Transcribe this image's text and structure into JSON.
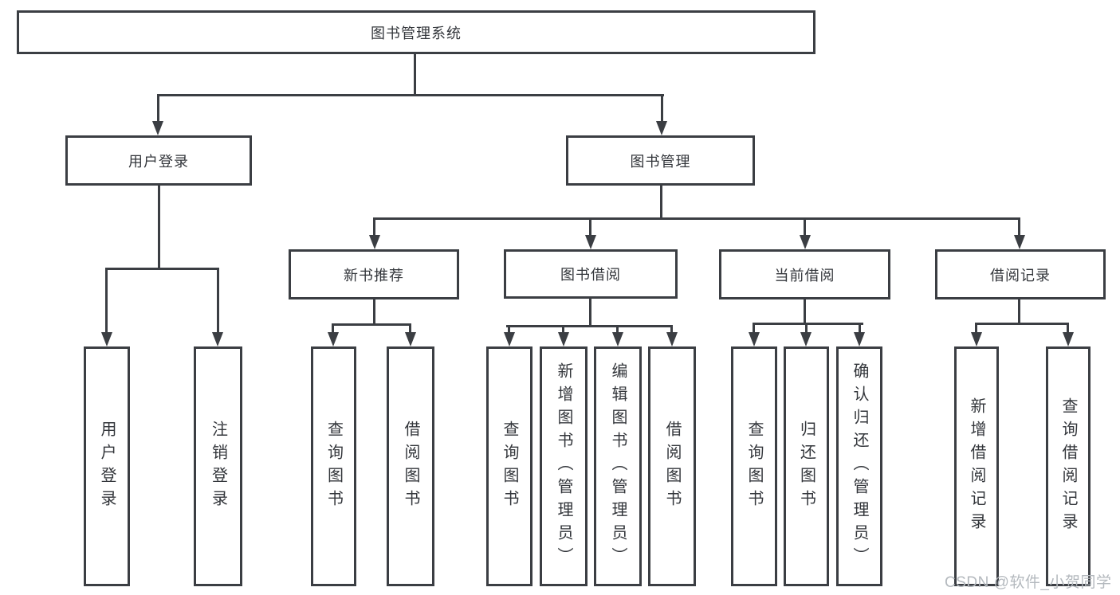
{
  "tree": {
    "label": "图书管理系统",
    "children": [
      {
        "label": "用户登录",
        "children": [
          {
            "label": "用户登录"
          },
          {
            "label": "注销登录"
          }
        ]
      },
      {
        "label": "图书管理",
        "children": [
          {
            "label": "新书推荐",
            "children": [
              {
                "label": "查询图书"
              },
              {
                "label": "借阅图书"
              }
            ]
          },
          {
            "label": "图书借阅",
            "children": [
              {
                "label": "查询图书"
              },
              {
                "label": "新增图书（管理员）"
              },
              {
                "label": "编辑图书（管理员）"
              },
              {
                "label": "借阅图书"
              }
            ]
          },
          {
            "label": "当前借阅",
            "children": [
              {
                "label": "查询图书"
              },
              {
                "label": "归还图书"
              },
              {
                "label": "确认归还（管理员）"
              }
            ]
          },
          {
            "label": "借阅记录",
            "children": [
              {
                "label": "新增借阅记录"
              },
              {
                "label": "查询借阅记录"
              }
            ]
          }
        ]
      }
    ]
  },
  "watermark": "CSDN @软件_小贺同学",
  "colors": {
    "line": "#3b3e43",
    "text": "#33363b",
    "watermark": "#b4b9be",
    "background": "#ffffff"
  }
}
